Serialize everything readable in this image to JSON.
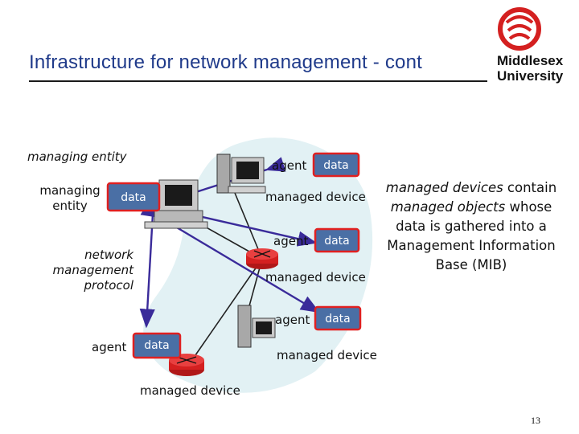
{
  "title": "Infrastructure for network management - cont",
  "logo": {
    "line1": "Middlesex",
    "line2": "University"
  },
  "labels": {
    "managing_entity_top": "managing entity",
    "managing_line1": "managing",
    "entity_line2": "entity",
    "data": "data",
    "agent": "agent",
    "managed_device": "managed device",
    "protocol_line1": "network",
    "protocol_line2": "management",
    "protocol_line3": "protocol"
  },
  "mib_text": {
    "l1_italic": "managed devices",
    "l1_rest": " contain",
    "l2_italic": "managed objects",
    "l2_rest": " whose",
    "l3": "data is gathered into a",
    "l4": "Management Information",
    "l5": "Base (MIB)"
  },
  "page_number": "13",
  "colors": {
    "data_box": "#4a6fa5",
    "data_border": "#e02020",
    "arrow": "#3a2b9a",
    "blob": "#e2f1f4",
    "router": "#d42020"
  }
}
